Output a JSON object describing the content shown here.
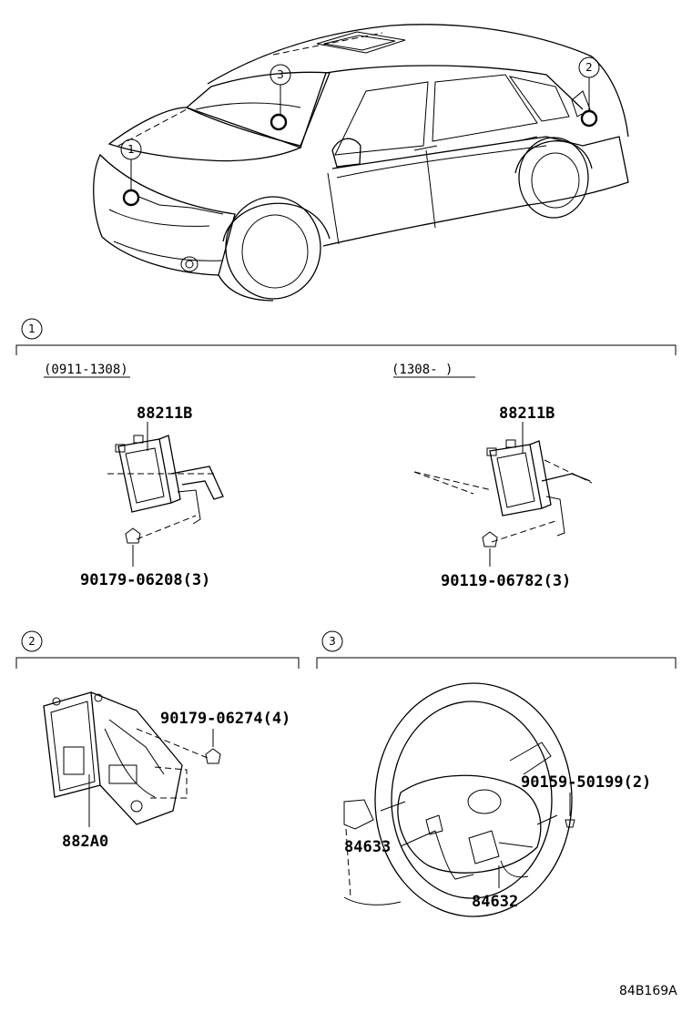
{
  "callouts": [
    "1",
    "2",
    "3"
  ],
  "sections": {
    "s1": {
      "number": "1",
      "left": {
        "date_range": "(0911-1308)",
        "part": "88211B",
        "fastener": "90179-06208(3)"
      },
      "right": {
        "date_range": "(1308-      )",
        "part": "88211B",
        "fastener": "90119-06782(3)"
      }
    },
    "s2": {
      "number": "2",
      "fastener": "90179-06274(4)",
      "part": "882A0"
    },
    "s3": {
      "number": "3",
      "fastener": "90159-50199(2)",
      "part_a": "84633",
      "part_b": "84632"
    }
  },
  "figure_code": "84B169A"
}
